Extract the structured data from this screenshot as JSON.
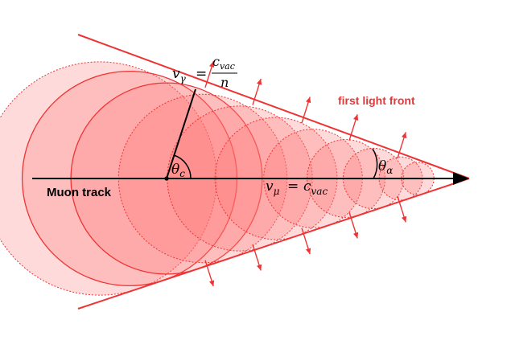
{
  "diagram": {
    "track_label": "Muon track",
    "front_label": "first light front",
    "photon_speed": {
      "lhs": "v",
      "lhs_sub": "γ",
      "numerator": "c",
      "numerator_sub": "vac",
      "denominator": "n"
    },
    "muon_speed": {
      "lhs": "v",
      "lhs_sub": "μ",
      "rhs": "c",
      "rhs_sub": "vac"
    },
    "cherenkov_angle": {
      "symbol": "θ",
      "sub": "c"
    },
    "front_angle": {
      "symbol": "θ",
      "sub": "α"
    },
    "colors": {
      "red": "#ee3333",
      "fill": "#ff7070",
      "dark": "#000000",
      "front_text": "#e23a3a"
    }
  }
}
